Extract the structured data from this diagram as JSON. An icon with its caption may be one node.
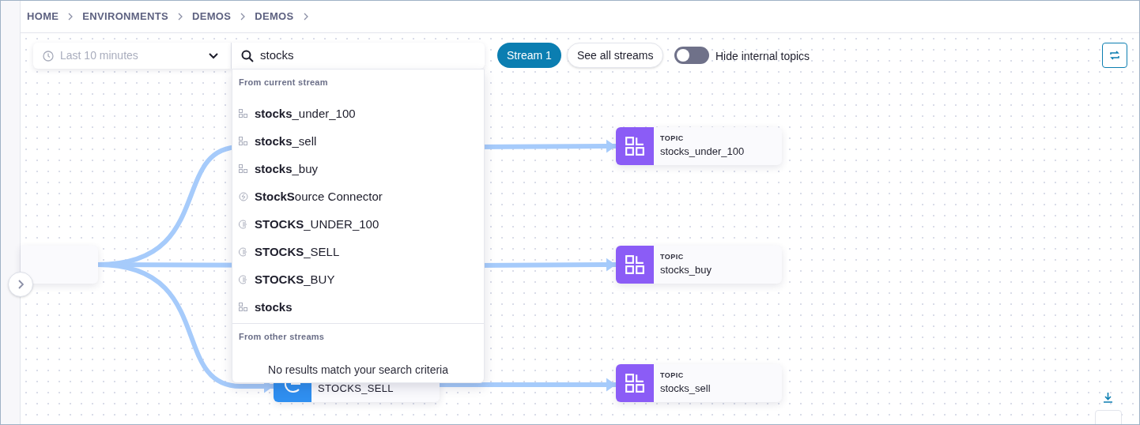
{
  "diagram": {
    "nodes": [
      {
        "text": [],
        "shape": "box"
      },
      {
        "text": [
          "TOPIC",
          "stocks_under_100"
        ]
      },
      {
        "text": [
          "TOPIC",
          "stocks_buy"
        ]
      },
      {
        "text": [
          "STOCKS_SELL"
        ]
      },
      {
        "text": [
          "TOPIC",
          "stocks_sell"
        ]
      }
    ],
    "edges": [
      {
        "from": 0,
        "to": null,
        "arrow": "none"
      },
      {
        "from": 0,
        "to": null,
        "arrow": "none"
      },
      {
        "from": 0,
        "to": 3,
        "arrow": "to"
      },
      {
        "from": null,
        "to": 1,
        "arrow": "to"
      },
      {
        "from": null,
        "to": 2,
        "arrow": "to"
      },
      {
        "from": 3,
        "to": 4,
        "arrow": "to"
      }
    ],
    "labels": [
      "HOME",
      "ENVIRONMENTS",
      "DEMOS",
      "DEMOS",
      "Last 10 minutes",
      "stocks",
      "Stream 1",
      "See all streams",
      "Hide internal topics",
      "From current stream",
      "**stocks**_under_100",
      "**stocks**_sell",
      "**stocks**_buy",
      "**StockS**ource Connector",
      "**STOCKS**_UNDER_100",
      "**STOCKS**_SELL",
      "**STOCKS**_BUY",
      "stocks",
      "From other streams",
      "No results match your search criteria"
    ]
  }
}
